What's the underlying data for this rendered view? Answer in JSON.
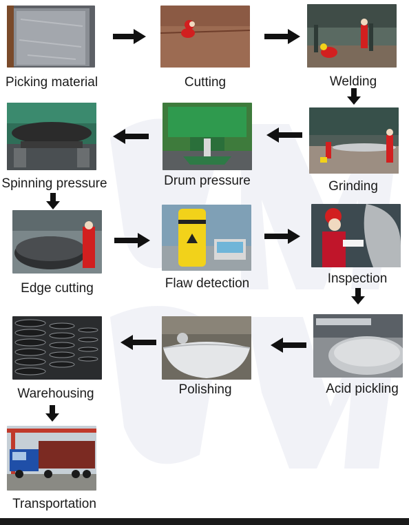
{
  "steps": [
    {
      "id": "picking-material",
      "label": "Picking material"
    },
    {
      "id": "cutting",
      "label": "Cutting"
    },
    {
      "id": "welding",
      "label": "Welding"
    },
    {
      "id": "grinding",
      "label": "Grinding"
    },
    {
      "id": "drum-pressure",
      "label": "Drum pressure"
    },
    {
      "id": "spinning-pressure",
      "label": "Spinning pressure"
    },
    {
      "id": "edge-cutting",
      "label": "Edge cutting"
    },
    {
      "id": "flaw-detection",
      "label": "Flaw detection"
    },
    {
      "id": "inspection",
      "label": "Inspection"
    },
    {
      "id": "acid-pickling",
      "label": "Acid pickling"
    },
    {
      "id": "polishing",
      "label": "Polishing"
    },
    {
      "id": "warehousing",
      "label": "Warehousing"
    },
    {
      "id": "transportation",
      "label": "Transportation"
    }
  ],
  "colors": {
    "arrow": "#111111",
    "text": "#1a1a1a",
    "accent_red": "#d21f1f",
    "safety_yellow": "#f2d21a"
  }
}
